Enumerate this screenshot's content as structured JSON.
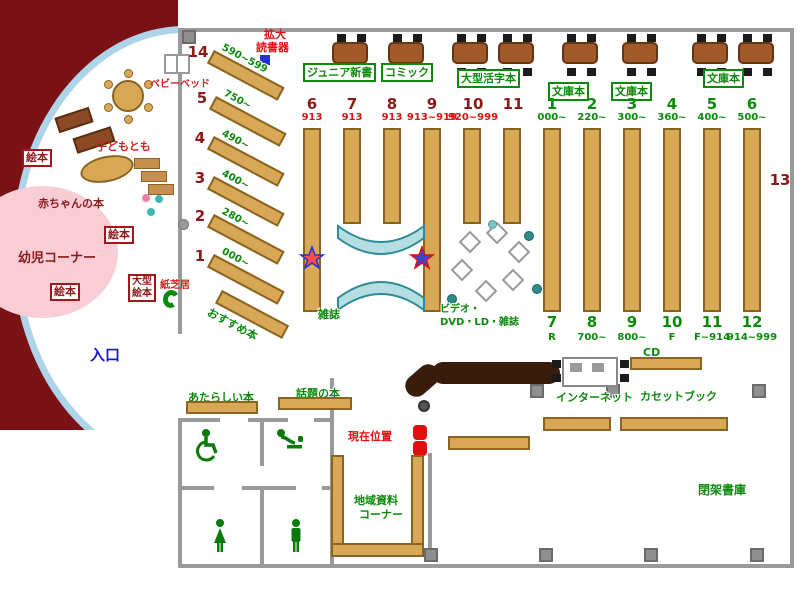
{
  "colors": {
    "maroon_area": "#7a1114",
    "pink_area": "#f9cdd6",
    "arc_blue": "#aed4ea",
    "shelf_tan": "#d9a857",
    "shelf_border": "#8a6420",
    "wall_gray": "#9a9a9a",
    "green": "#0b8a0b",
    "bright_red": "#dd1111",
    "dark_red": "#8b1a1a",
    "blue": "#1717cf",
    "cyan_fill": "#b5dee2",
    "cyan_border": "#2e8b96",
    "counter_brown": "#3a1c0c"
  },
  "kids_area": {
    "picture_books_1": "絵本",
    "picture_books_2": "絵本",
    "picture_books_3": "絵本",
    "toddler_corner": "幼児コーナー",
    "baby_books": "赤ちゃんの本",
    "kodomo_tomo": "子どもとも",
    "large_picture_books_line1": "大型",
    "large_picture_books_line2": "絵本",
    "kamishibai": "紙芝居",
    "baby_bed": "ベビーベッド"
  },
  "entrance_label": "入口",
  "magnifier": {
    "line1": "拡大",
    "line2": "読書器"
  },
  "diagonal_shelves": [
    {
      "num": "14",
      "range": "590~599"
    },
    {
      "num": "5",
      "range": "750~"
    },
    {
      "num": "4",
      "range": "490~"
    },
    {
      "num": "3",
      "range": "400~"
    },
    {
      "num": "2",
      "range": "280~"
    },
    {
      "num": "1",
      "range": "000~"
    }
  ],
  "recommended": "おすすめ本",
  "genre_labels": {
    "junior": "ジュニア新書",
    "comic": "コミック",
    "large_print": "大型活字本",
    "bunko_1": "文庫本",
    "bunko_2": "文庫本",
    "bunko_3": "文庫本"
  },
  "stacks": {
    "red_top": [
      {
        "num": "6",
        "range": "913"
      },
      {
        "num": "7",
        "range": "913"
      },
      {
        "num": "8",
        "range": "913"
      },
      {
        "num": "9",
        "range": "913~919"
      },
      {
        "num": "10",
        "range": "920~999"
      },
      {
        "num": "11",
        "range": ""
      }
    ],
    "green_top": [
      {
        "num": "1",
        "range": "000~"
      },
      {
        "num": "2",
        "range": "220~"
      },
      {
        "num": "3",
        "range": "300~"
      },
      {
        "num": "4",
        "range": "360~"
      },
      {
        "num": "5",
        "range": "400~"
      },
      {
        "num": "6",
        "range": "500~"
      }
    ],
    "green_bottom": [
      {
        "num": "7",
        "range": "R"
      },
      {
        "num": "8",
        "range": "700~"
      },
      {
        "num": "9",
        "range": "800~"
      },
      {
        "num": "10",
        "range": "F"
      },
      {
        "num": "11",
        "range": "F~914"
      },
      {
        "num": "12",
        "range": "914~999"
      }
    ],
    "right_number": "13"
  },
  "center": {
    "magazines": "雑誌",
    "av_line1": "ビデオ・",
    "av_line2": "DVD・LD・雑誌"
  },
  "south": {
    "new_books": "あたらしい本",
    "topic_books": "話題の本",
    "current_location": "現在位置",
    "internet": "インターネット",
    "cd": "CD",
    "cassette_books": "カセットブック",
    "local_line1": "地域資料",
    "local_line2": "コーナー",
    "closed_stacks": "閉架書庫"
  }
}
